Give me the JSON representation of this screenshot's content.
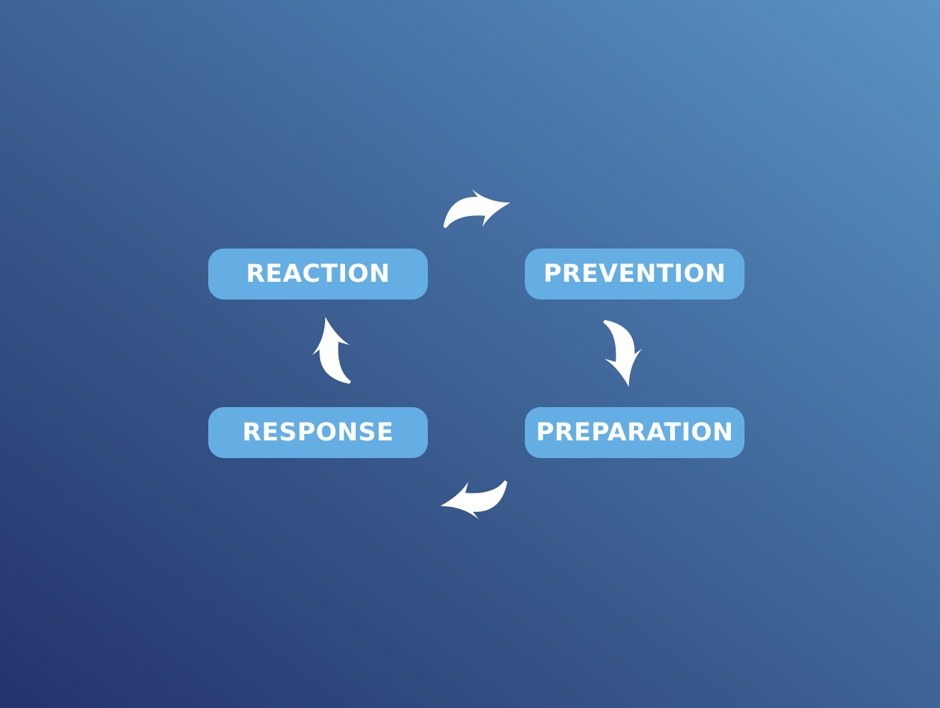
{
  "diagram": {
    "type": "cycle",
    "stages": [
      {
        "id": "reaction",
        "label": "REACTION"
      },
      {
        "id": "prevention",
        "label": "PREVENTION"
      },
      {
        "id": "preparation",
        "label": "PREPARATION"
      },
      {
        "id": "response",
        "label": "RESPONSE"
      }
    ],
    "flow": [
      "REACTION",
      "PREVENTION",
      "PREPARATION",
      "RESPONSE",
      "REACTION"
    ],
    "colors": {
      "background_dark": "#23336b",
      "background_light": "#5a94c4",
      "pill": "#65aee3",
      "text": "#ffffff",
      "arrow": "#ffffff"
    }
  }
}
